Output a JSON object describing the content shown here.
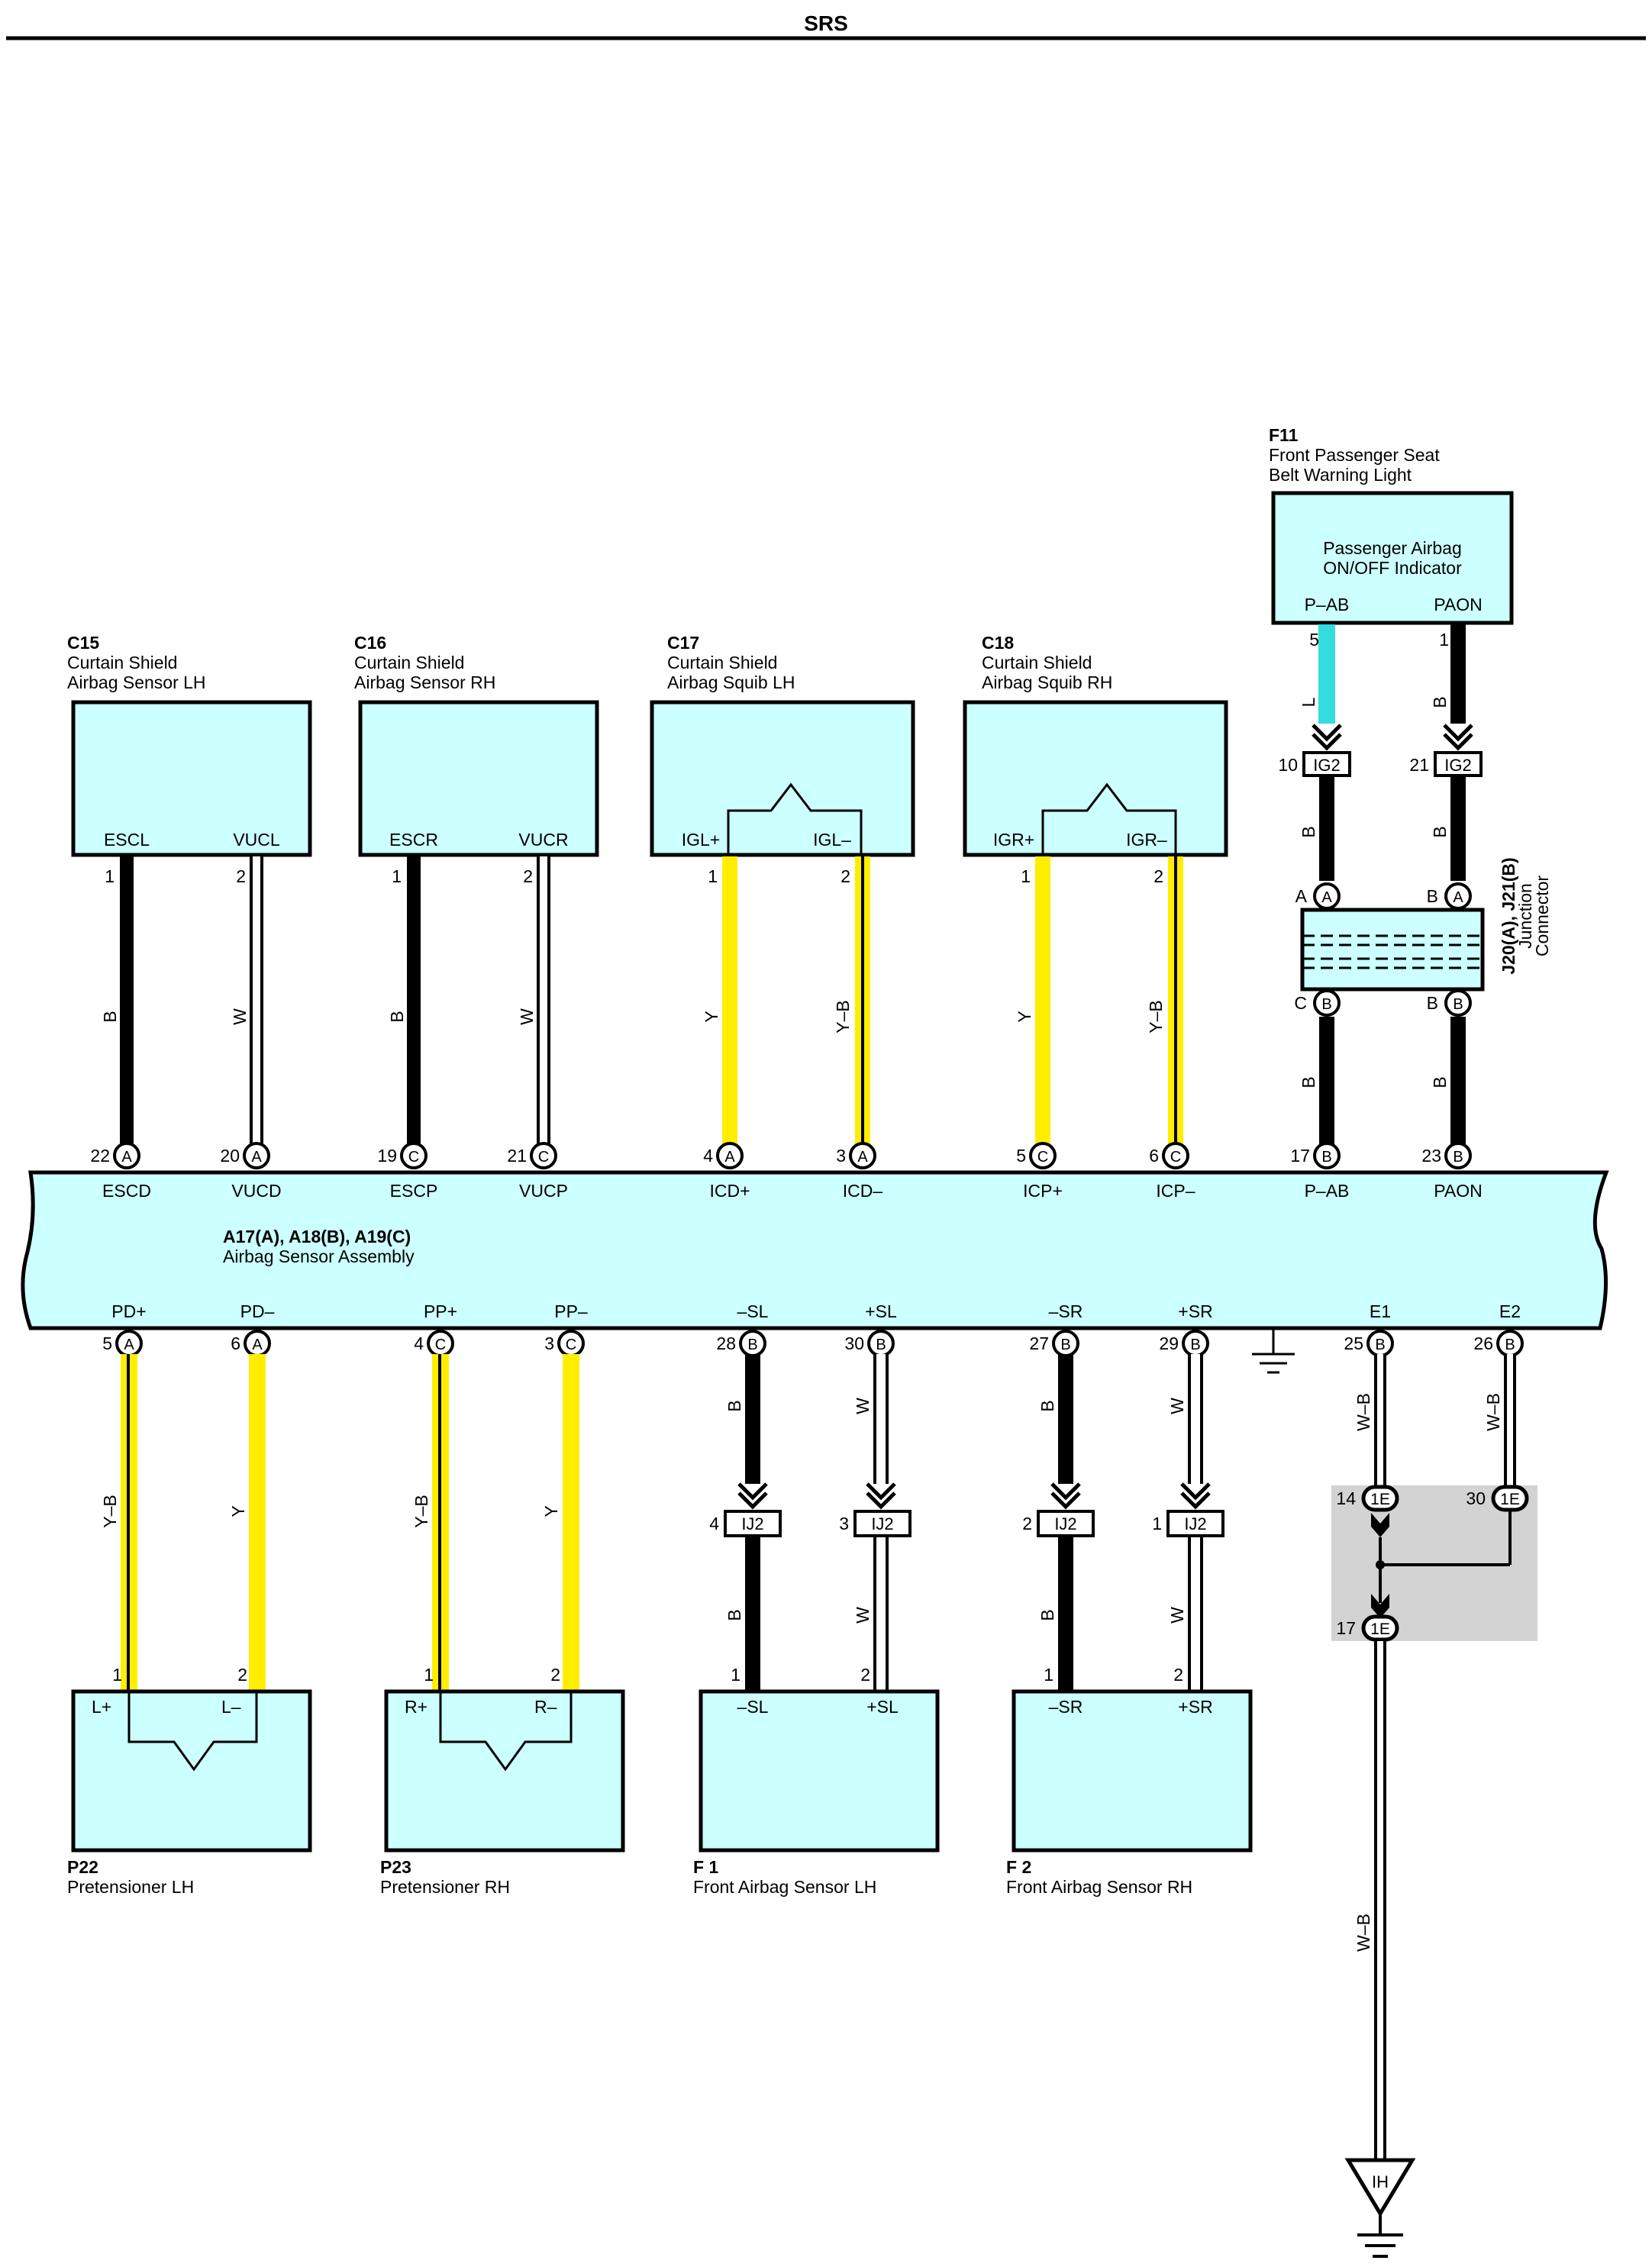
{
  "header": {
    "title": "SRS"
  },
  "colors": {
    "box_fill": "#ccffff",
    "gray_box": "#d3d3d3",
    "yellow": "#ffee00",
    "light_blue": "#33dddd",
    "black": "#000000",
    "white": "#ffffff"
  },
  "components": {
    "c15": {
      "code": "C15",
      "line1": "Curtain Shield",
      "line2": "Airbag Sensor LH",
      "t1": "ESCL",
      "t2": "VUCL",
      "p1": "1",
      "p2": "2"
    },
    "c16": {
      "code": "C16",
      "line1": "Curtain Shield",
      "line2": "Airbag Sensor RH",
      "t1": "ESCR",
      "t2": "VUCR",
      "p1": "1",
      "p2": "2"
    },
    "c17": {
      "code": "C17",
      "line1": "Curtain Shield",
      "line2": "Airbag Squib LH",
      "t1": "IGL+",
      "t2": "IGL–",
      "p1": "1",
      "p2": "2"
    },
    "c18": {
      "code": "C18",
      "line1": "Curtain Shield",
      "line2": "Airbag Squib RH",
      "t1": "IGR+",
      "t2": "IGR–",
      "p1": "1",
      "p2": "2"
    },
    "f11": {
      "code": "F11",
      "line1": "Front Passenger Seat",
      "line2": "Belt Warning Light",
      "inner1": "Passenger Airbag",
      "inner2": "ON/OFF Indicator",
      "t1": "P–AB",
      "t2": "PAON",
      "p1": "5",
      "p2": "1"
    },
    "p22": {
      "code": "P22",
      "name": "Pretensioner LH",
      "t1": "L+",
      "t2": "L–",
      "p1": "1",
      "p2": "2"
    },
    "p23": {
      "code": "P23",
      "name": "Pretensioner RH",
      "t1": "R+",
      "t2": "R–",
      "p1": "1",
      "p2": "2"
    },
    "f1": {
      "code": "F 1",
      "name": "Front Airbag Sensor LH",
      "t1": "–SL",
      "t2": "+SL",
      "p1": "1",
      "p2": "2"
    },
    "f2": {
      "code": "F 2",
      "name": "Front Airbag Sensor RH",
      "t1": "–SR",
      "t2": "+SR",
      "p1": "1",
      "p2": "2"
    }
  },
  "assembly": {
    "code": "A17(A), A18(B), A19(C)",
    "name": "Airbag Sensor Assembly",
    "top_pins": [
      {
        "num": "22",
        "conn": "A",
        "label": "ESCD"
      },
      {
        "num": "20",
        "conn": "A",
        "label": "VUCD"
      },
      {
        "num": "19",
        "conn": "C",
        "label": "ESCP"
      },
      {
        "num": "21",
        "conn": "C",
        "label": "VUCP"
      },
      {
        "num": "4",
        "conn": "A",
        "label": "ICD+"
      },
      {
        "num": "3",
        "conn": "A",
        "label": "ICD–"
      },
      {
        "num": "5",
        "conn": "C",
        "label": "ICP+"
      },
      {
        "num": "6",
        "conn": "C",
        "label": "ICP–"
      },
      {
        "num": "17",
        "conn": "B",
        "label": "P–AB"
      },
      {
        "num": "23",
        "conn": "B",
        "label": "PAON"
      }
    ],
    "bottom_pins": [
      {
        "num": "5",
        "conn": "A",
        "label": "PD+"
      },
      {
        "num": "6",
        "conn": "A",
        "label": "PD–"
      },
      {
        "num": "4",
        "conn": "C",
        "label": "PP+"
      },
      {
        "num": "3",
        "conn": "C",
        "label": "PP–"
      },
      {
        "num": "28",
        "conn": "B",
        "label": "–SL"
      },
      {
        "num": "30",
        "conn": "B",
        "label": "+SL"
      },
      {
        "num": "27",
        "conn": "B",
        "label": "–SR"
      },
      {
        "num": "29",
        "conn": "B",
        "label": "+SR"
      },
      {
        "num": "25",
        "conn": "B",
        "label": "E1"
      },
      {
        "num": "26",
        "conn": "B",
        "label": "E2"
      }
    ]
  },
  "wire_colors": {
    "top": [
      "B",
      "W",
      "B",
      "W",
      "Y",
      "Y–B",
      "Y",
      "Y–B"
    ],
    "f11_upper": [
      "L",
      "B"
    ],
    "f11_mid": [
      "B",
      "B"
    ],
    "f11_lower": [
      "B",
      "B"
    ],
    "bottom_upper": [
      "Y–B",
      "Y",
      "Y–B",
      "Y",
      "B",
      "W",
      "B",
      "W",
      "W–B",
      "W–B"
    ],
    "bottom_lower": [
      "B",
      "W",
      "B",
      "W"
    ],
    "ground_run": "W–B"
  },
  "ig2": [
    {
      "num": "10",
      "label": "IG2"
    },
    {
      "num": "21",
      "label": "IG2"
    }
  ],
  "ij2": [
    {
      "num": "4",
      "label": "IJ2"
    },
    {
      "num": "3",
      "label": "IJ2"
    },
    {
      "num": "2",
      "label": "IJ2"
    },
    {
      "num": "1",
      "label": "IJ2"
    }
  ],
  "junction": {
    "label1": "J20(A), J21(B)",
    "label2": "Junction",
    "label3": "Connector",
    "top": [
      {
        "letter": "A",
        "conn": "A"
      },
      {
        "letter": "B",
        "conn": "A"
      }
    ],
    "bottom": [
      {
        "letter": "C",
        "conn": "B"
      },
      {
        "letter": "B",
        "conn": "B"
      }
    ]
  },
  "splice": [
    {
      "num": "14",
      "label": "1E"
    },
    {
      "num": "30",
      "label": "1E"
    },
    {
      "num": "17",
      "label": "1E"
    }
  ],
  "ground": {
    "label": "IH"
  }
}
